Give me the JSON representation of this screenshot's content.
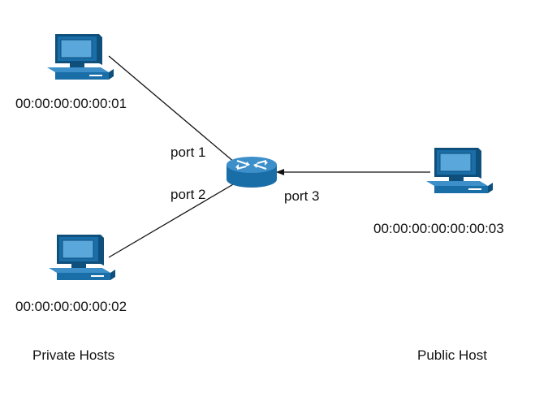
{
  "hosts": {
    "host1": {
      "mac": "00:00:00:00:00:01"
    },
    "host2": {
      "mac": "00:00:00:00:00:02"
    },
    "host3": {
      "mac": "00:00:00:00:00:00:03"
    }
  },
  "ports": {
    "port1": "port 1",
    "port2": "port 2",
    "port3": "port 3"
  },
  "groups": {
    "private": "Private Hosts",
    "public": "Public Host"
  },
  "colors": {
    "device_fill": "#1a6ea8",
    "device_light": "#3c8fc9",
    "device_dark": "#0f4f7c",
    "link": "#111111"
  },
  "icons": {
    "host": "desktop-computer-icon",
    "switch": "router-icon"
  }
}
